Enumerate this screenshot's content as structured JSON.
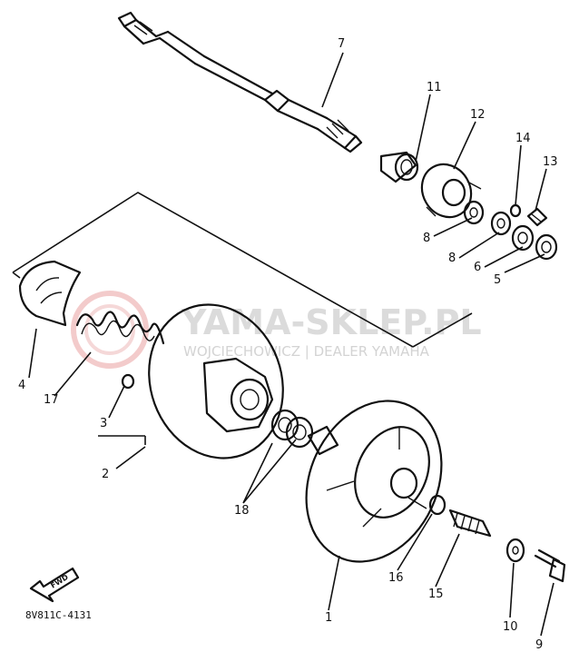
{
  "diagram": {
    "part_code": "8V811C-4131",
    "front_arrow_text": "FWD",
    "callouts": {
      "c1": "1",
      "c2": "2",
      "c3": "3",
      "c4": "4",
      "c5": "5",
      "c6": "6",
      "c7": "7",
      "c8a": "8",
      "c8b": "8",
      "c9": "9",
      "c10": "10",
      "c11": "11",
      "c12": "12",
      "c13": "13",
      "c14": "14",
      "c15": "15",
      "c16": "16",
      "c17": "17",
      "c18": "18"
    }
  },
  "watermark": {
    "title": "YAMA-SKLEP.PL",
    "subtitle": "WOJCIECHOWICZ | DEALER YAMAHA"
  }
}
